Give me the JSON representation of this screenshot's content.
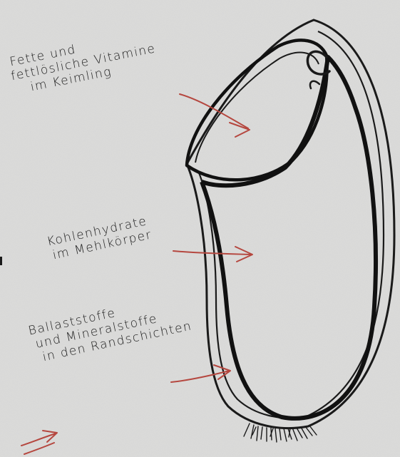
{
  "diagram": {
    "labels": {
      "fat": {
        "line1": "Fette und",
        "line2": "fettlösliche Vitamine",
        "line3": "im Keimling"
      },
      "carbs": {
        "line1": "Kohlenhydrate",
        "line2": "im Mehlkörper"
      },
      "fiber": {
        "line1": "Ballaststoffe",
        "line2": "und Mineralstoffe",
        "line3": "in den Randschichten"
      }
    },
    "colors": {
      "background": "#dcdcdb",
      "ink": "#1a1a1a",
      "arrow": "#b5473f"
    }
  }
}
